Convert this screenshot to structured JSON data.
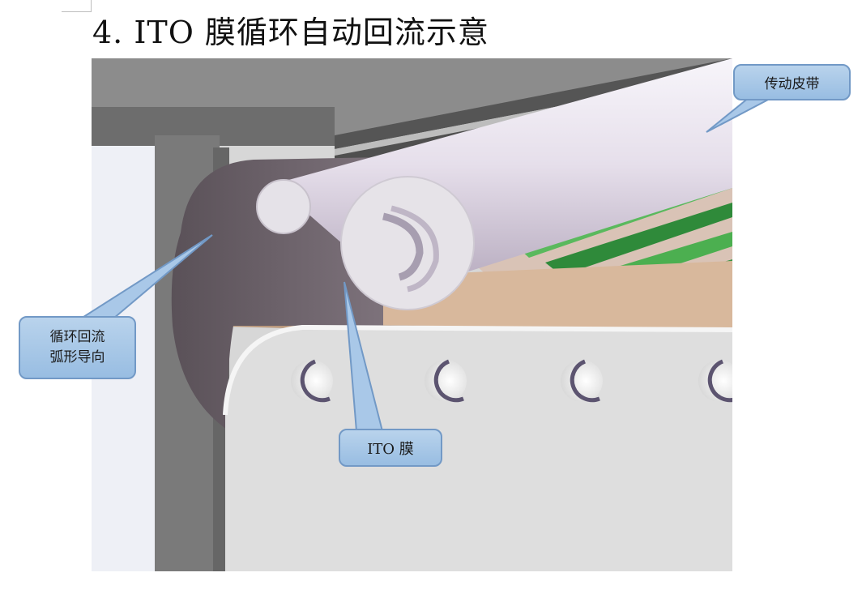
{
  "page": {
    "title": "4. ITO 膜循环自动回流示意"
  },
  "callouts": {
    "belt": "传动皮带",
    "arc_line1": "循环回流",
    "arc_line2": "弧形导向",
    "film": "ITO 膜"
  },
  "colors": {
    "callout_fill": "#a9c8e8",
    "callout_border": "#7299c6",
    "belt_green": "#4caf50",
    "roller": "#ece7f0",
    "guide": "#6e6470"
  }
}
